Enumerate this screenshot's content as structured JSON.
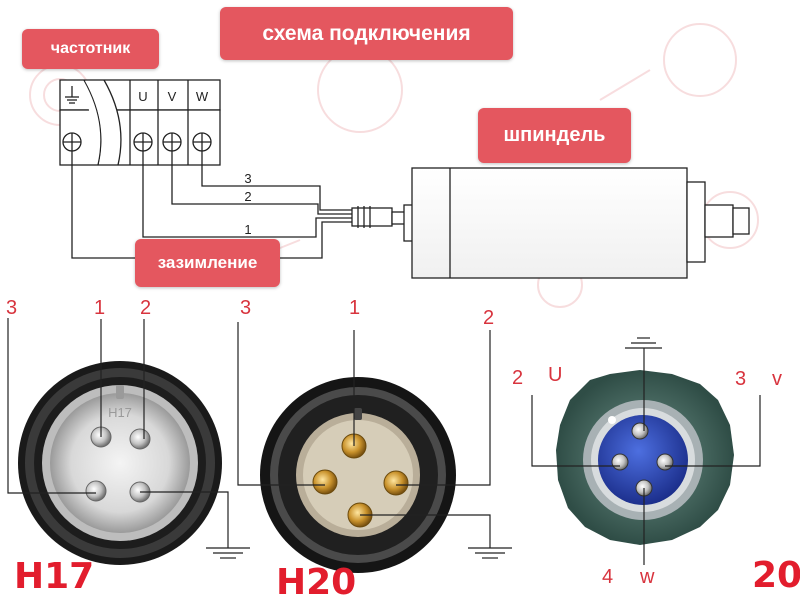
{
  "diagram": {
    "title": "схема подключения",
    "vfd_label": "частотник",
    "spindle_label": "шпиндель",
    "ground_label": "зазимление",
    "terminals": [
      "U",
      "V",
      "W"
    ],
    "wire_numbers": [
      "3",
      "2",
      "1"
    ]
  },
  "connectors": {
    "h17": {
      "label": "H17",
      "insert_text": "H17",
      "pins": [
        "1",
        "2",
        "3"
      ]
    },
    "h20": {
      "label": "H20",
      "pins": [
        "1",
        "2",
        "3"
      ]
    },
    "c20": {
      "label": "20",
      "pins": [
        "2",
        "3",
        "4"
      ],
      "phases": [
        "U",
        "v",
        "w"
      ]
    }
  }
}
